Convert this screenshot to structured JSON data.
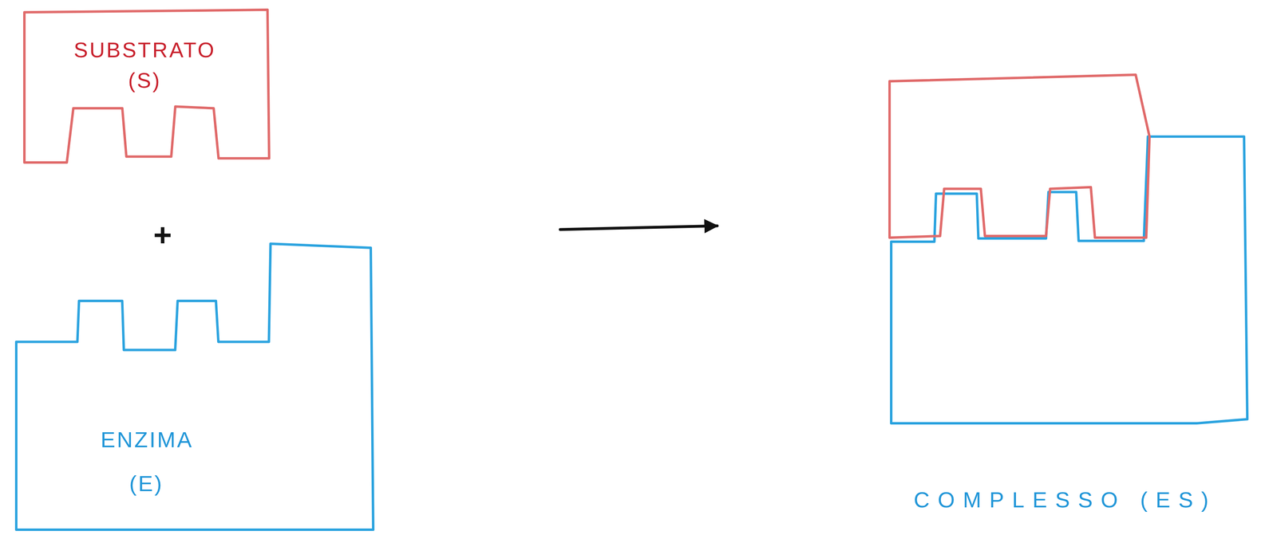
{
  "diagram": {
    "nodes": [
      {
        "text": [
          "SUBSTRATO (S)"
        ]
      },
      {
        "text": [
          "ENZIMA (E)"
        ]
      },
      {
        "text": [
          "COMPLESSO (ES)"
        ]
      }
    ],
    "labels": [
      "+"
    ]
  }
}
